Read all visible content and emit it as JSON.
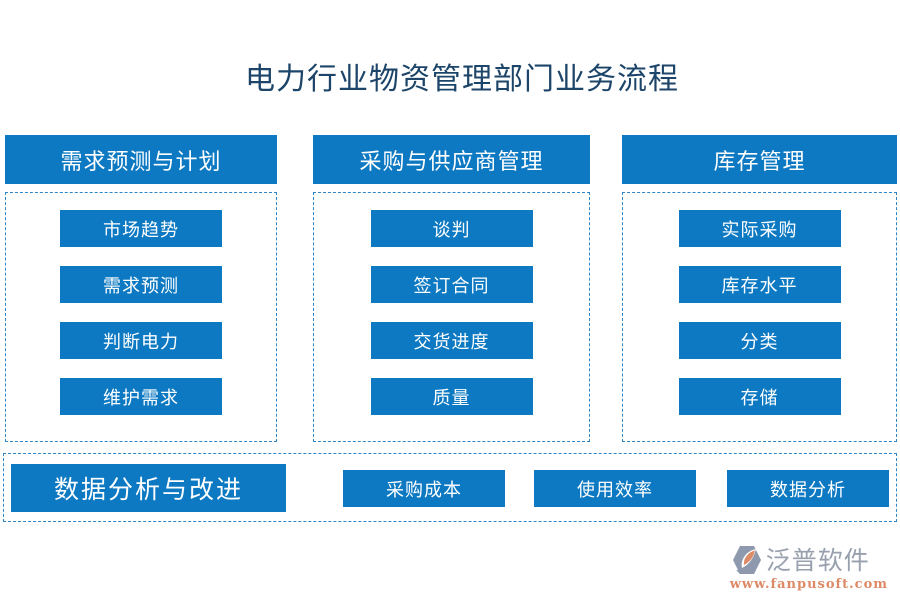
{
  "title": "电力行业物资管理部门业务流程",
  "colors": {
    "box_blue": "#0d79c2",
    "dashed_border": "#2e86c6",
    "title_text": "#1d4569",
    "box_text": "#ffffff",
    "brand_gray": "#98a0ae",
    "brand_orange": "#dd8a67"
  },
  "columns": [
    {
      "header": "需求预测与计划",
      "items": [
        "市场趋势",
        "需求预测",
        "判断电力",
        "维护需求"
      ]
    },
    {
      "header": "采购与供应商管理",
      "items": [
        "谈判",
        "签订合同",
        "交货进度",
        "质量"
      ]
    },
    {
      "header": "库存管理",
      "items": [
        "实际采购",
        "库存水平",
        "分类",
        "存储"
      ]
    }
  ],
  "bottom": {
    "header": "数据分析与改进",
    "items": [
      "采购成本",
      "使用效率",
      "数据分析"
    ]
  },
  "footer": {
    "brand": "泛普软件",
    "url": "www.fanpusoft.com"
  }
}
